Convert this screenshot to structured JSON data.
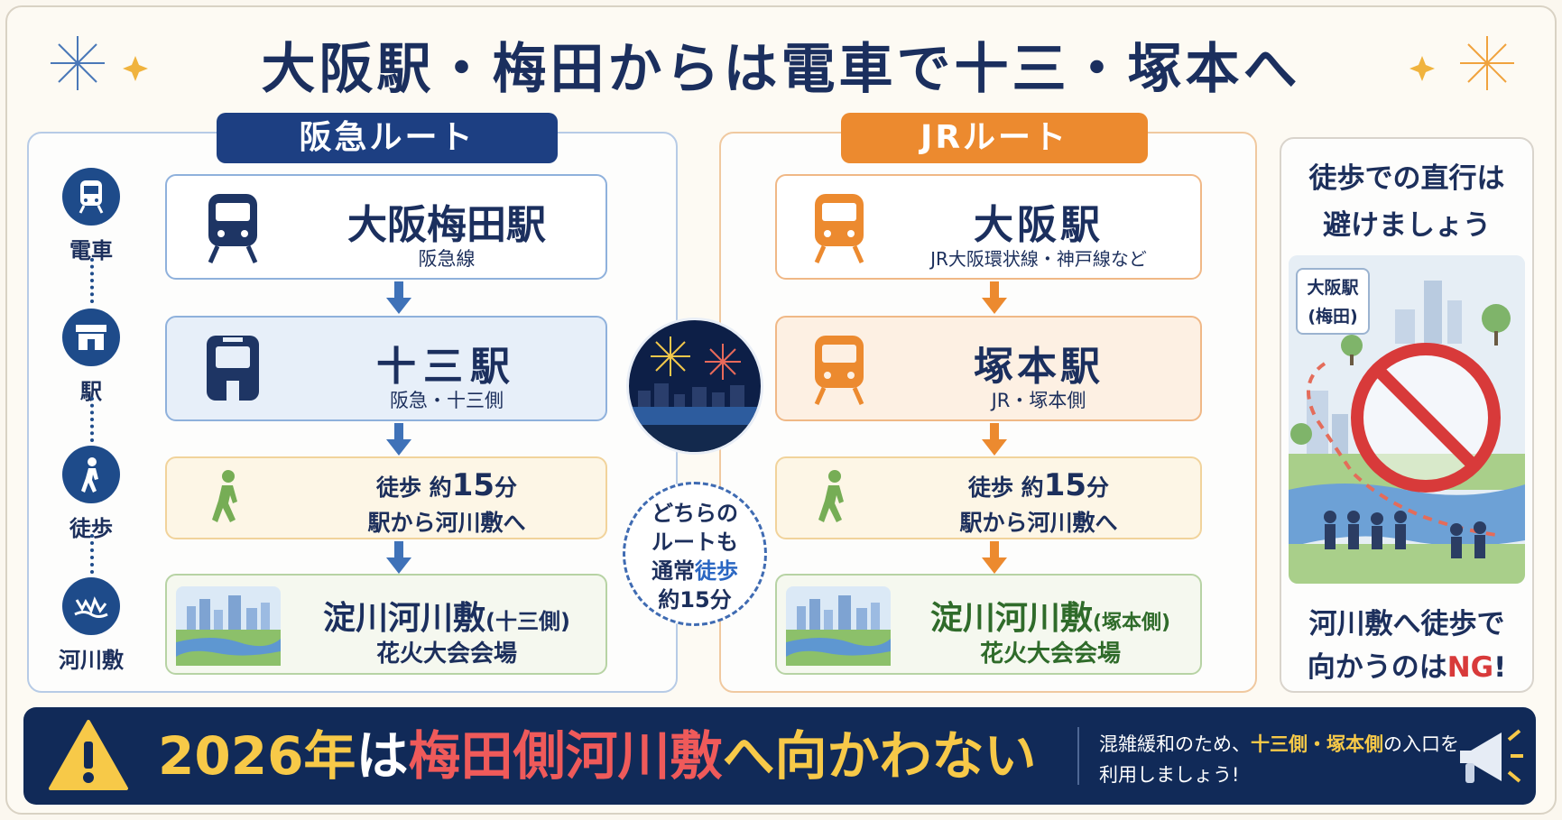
{
  "title": "大阪駅・梅田からは電車で十三・塚本へ",
  "hankyu": {
    "tag": "阪急ルート",
    "legend": [
      "電車",
      "駅",
      "徒歩",
      "河川敷"
    ],
    "step1": {
      "main": "大阪梅田駅",
      "sub": "阪急線"
    },
    "step2": {
      "main": "十三駅",
      "sub": "阪急・十三側"
    },
    "step3": {
      "line1_a": "徒歩 約",
      "line1_b": "15",
      "line1_c": "分",
      "line2": "駅から河川敷へ"
    },
    "step4": {
      "main": "淀川河川敷",
      "paren": "(十三側)",
      "sub": "花火大会会場"
    }
  },
  "jr": {
    "tag": "JRルート",
    "step1": {
      "main": "大阪駅",
      "sub": "JR大阪環状線・神戸線など"
    },
    "step2": {
      "main": "塚本駅",
      "sub": "JR・塚本側"
    },
    "step3": {
      "line1_a": "徒歩 約",
      "line1_b": "15",
      "line1_c": "分",
      "line2": "駅から河川敷へ"
    },
    "step4": {
      "main": "淀川河川敷",
      "paren": "(塚本側)",
      "sub": "花火大会会場"
    }
  },
  "center_note": {
    "line1": "どちらの",
    "line2": "ルートも",
    "line3_a": "通常",
    "line3_b": "徒歩",
    "line4": "約15分"
  },
  "ng": {
    "title_line1": "徒歩での直行は",
    "title_line2": "避けましょう",
    "map_label_line1": "大阪駅",
    "map_label_line2": "(梅田)",
    "bottom_line1": "河川敷へ徒歩で",
    "bottom_line2_a": "向かうのは",
    "bottom_line2_b": "NG",
    "bottom_line2_c": "!"
  },
  "banner": {
    "main_a": "2026年",
    "main_b": "は",
    "main_c": "梅田側河川敷",
    "main_d": "へ向かわない",
    "note_a": "混雑緩和のため、",
    "note_b": "十三側・塚本側",
    "note_c": "の入口を",
    "note_d": "利用しましょう!"
  },
  "colors": {
    "navy": "#1b2f5e",
    "hankyu_blue": "#1d3f82",
    "jr_orange": "#ec8a2f",
    "green_text": "#2f6b2a",
    "ng_red": "#d83a3a",
    "banner_yellow": "#f7c948"
  }
}
